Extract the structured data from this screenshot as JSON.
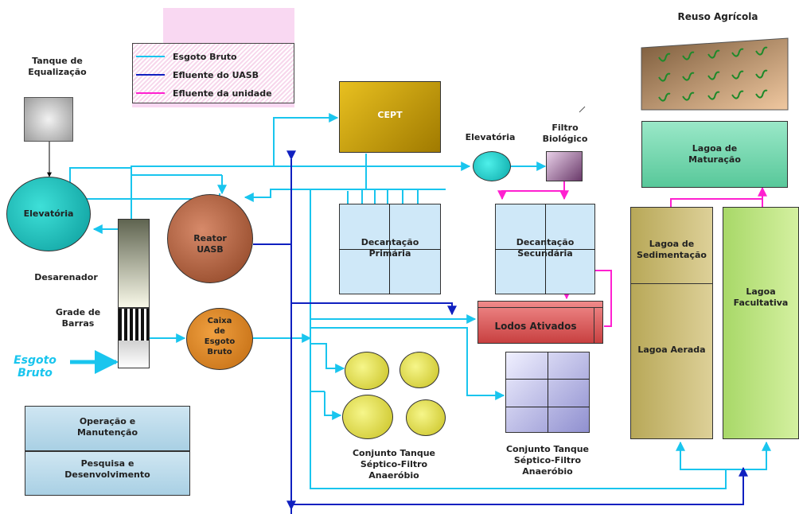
{
  "legend": {
    "items": [
      {
        "label": "Esgoto Bruto",
        "color": "#19c5ee"
      },
      {
        "label": "Efluente do UASB",
        "color": "#1020c0"
      },
      {
        "label": "Efluente da unidade",
        "color": "#ff20d0"
      }
    ]
  },
  "labels": {
    "tanque": "Tanque de\nEqualização",
    "elevatoria_left": "Elevatória",
    "desarenador": "Desarenador",
    "grade": "Grade de\nBarras",
    "esgoto_bruto": "Esgoto\nBruto",
    "reator": "Reator\nUASB",
    "caixa": "Caixa\nde\nEsgoto\nBruto",
    "cept": "CEPT",
    "elevatoria_mid": "Elevatória",
    "filtro": "Filtro\nBiológico",
    "dec_primaria": "Decantação\nPrimária",
    "dec_secundaria": "Decantação\nSecundária",
    "lodos": "Lodos Ativados",
    "conjunto_1": "Conjunto Tanque\nSéptico-Filtro\nAnaeróbio",
    "conjunto_2": "Conjunto Tanque\nSéptico-Filtro\nAnaeróbio",
    "reuso": "Reuso Agrícola",
    "lagoa_maturacao": "Lagoa de\nMaturação",
    "lagoa_sedimentacao": "Lagoa de\nSedimentação",
    "lagoa_aerada": "Lagoa Aerada",
    "lagoa_facultativa": "Lagoa\nFacultativa"
  },
  "panel": {
    "operacao": "Operação e\nManutenção",
    "pesquisa": "Pesquisa e\nDesenvolvimento"
  }
}
